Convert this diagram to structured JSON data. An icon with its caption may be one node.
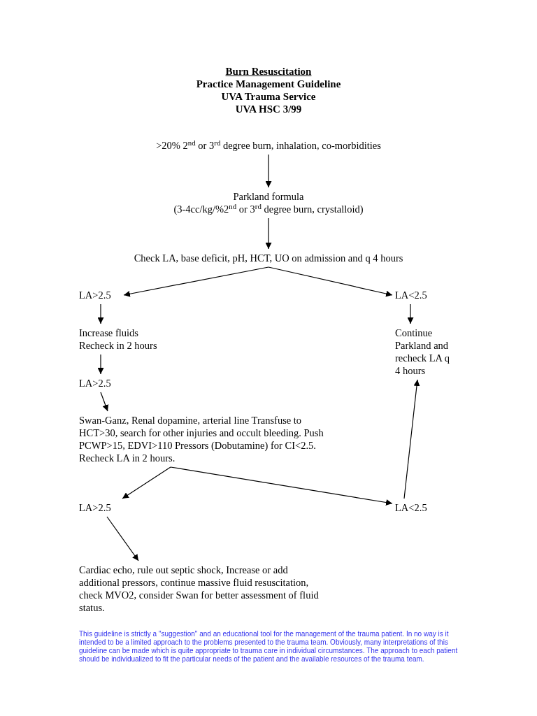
{
  "diagram": {
    "title": "Burn Resuscitation",
    "nodes": [
      {
        "text": [
          ">20% 2$^{nd}$ or 3$^{rd}$ degree burn, inhalation, co-morbidities"
        ]
      },
      {
        "text": [
          "Parkland formula",
          "(3-4cc/kg/%2$^{nd}$ or 3$^{rd}$ degree burn, crystalloid)"
        ]
      },
      {
        "text": [
          "Check LA, base deficit, pH, HCT, UO on admission and q 4 hours"
        ]
      },
      {
        "text": [
          "LA>2.5"
        ]
      },
      {
        "text": [
          "LA<2.5"
        ]
      },
      {
        "text": [
          "Increase fluids",
          "Recheck in 2 hours"
        ]
      },
      {
        "text": [
          "Continue Parkland and recheck LA q 4 hours"
        ]
      },
      {
        "text": [
          "LA>2.5"
        ]
      },
      {
        "text": [
          "Swan-Ganz, Renal dopamine, arterial line Transfuse to HCT>30, search for other injuries and occult bleeding. Push PCWP>15, EDVI>110 Pressors (Dobutamine) for CI<2.5. Recheck LA in 2 hours."
        ]
      },
      {
        "text": [
          "LA>2.5"
        ]
      },
      {
        "text": [
          "LA<2.5"
        ]
      },
      {
        "text": [
          "Cardiac echo, rule out septic shock, Increase or add additional pressors, continue massive fluid resuscitation, check MVO2, consider Swan for better assessment of fluid status."
        ]
      }
    ],
    "edges": [
      {
        "from": 0,
        "to": 1,
        "arrow": "to"
      },
      {
        "from": 1,
        "to": 2,
        "arrow": "to"
      },
      {
        "from": 2,
        "to": 3,
        "arrow": "to"
      },
      {
        "from": 2,
        "to": 4,
        "arrow": "to"
      },
      {
        "from": 3,
        "to": 5,
        "arrow": "to"
      },
      {
        "from": 4,
        "to": 6,
        "arrow": "to"
      },
      {
        "from": 5,
        "to": 7,
        "arrow": "to"
      },
      {
        "from": 7,
        "to": 8,
        "arrow": "to"
      },
      {
        "from": 8,
        "to": 9,
        "arrow": "to"
      },
      {
        "from": 8,
        "to": 10,
        "arrow": "to"
      },
      {
        "from": 10,
        "to": 6,
        "arrow": "to"
      },
      {
        "from": 9,
        "to": 11,
        "arrow": "to"
      }
    ],
    "labels": [
      "Practice Management Guideline",
      "UVA Trauma Service",
      "UVA HSC 3/99",
      "This guideline is strictly a \"suggestion\" and an educational tool for the management of the trauma patient. In no way is it intended to be a limited approach to the problems presented to the trauma team. Obviously, many interpretations of this guideline can be made which is quite appropriate to trauma care in individual circumstances. The approach to each patient should be individualized to fit the particular needs of the patient and the available resources of the trauma team."
    ]
  }
}
